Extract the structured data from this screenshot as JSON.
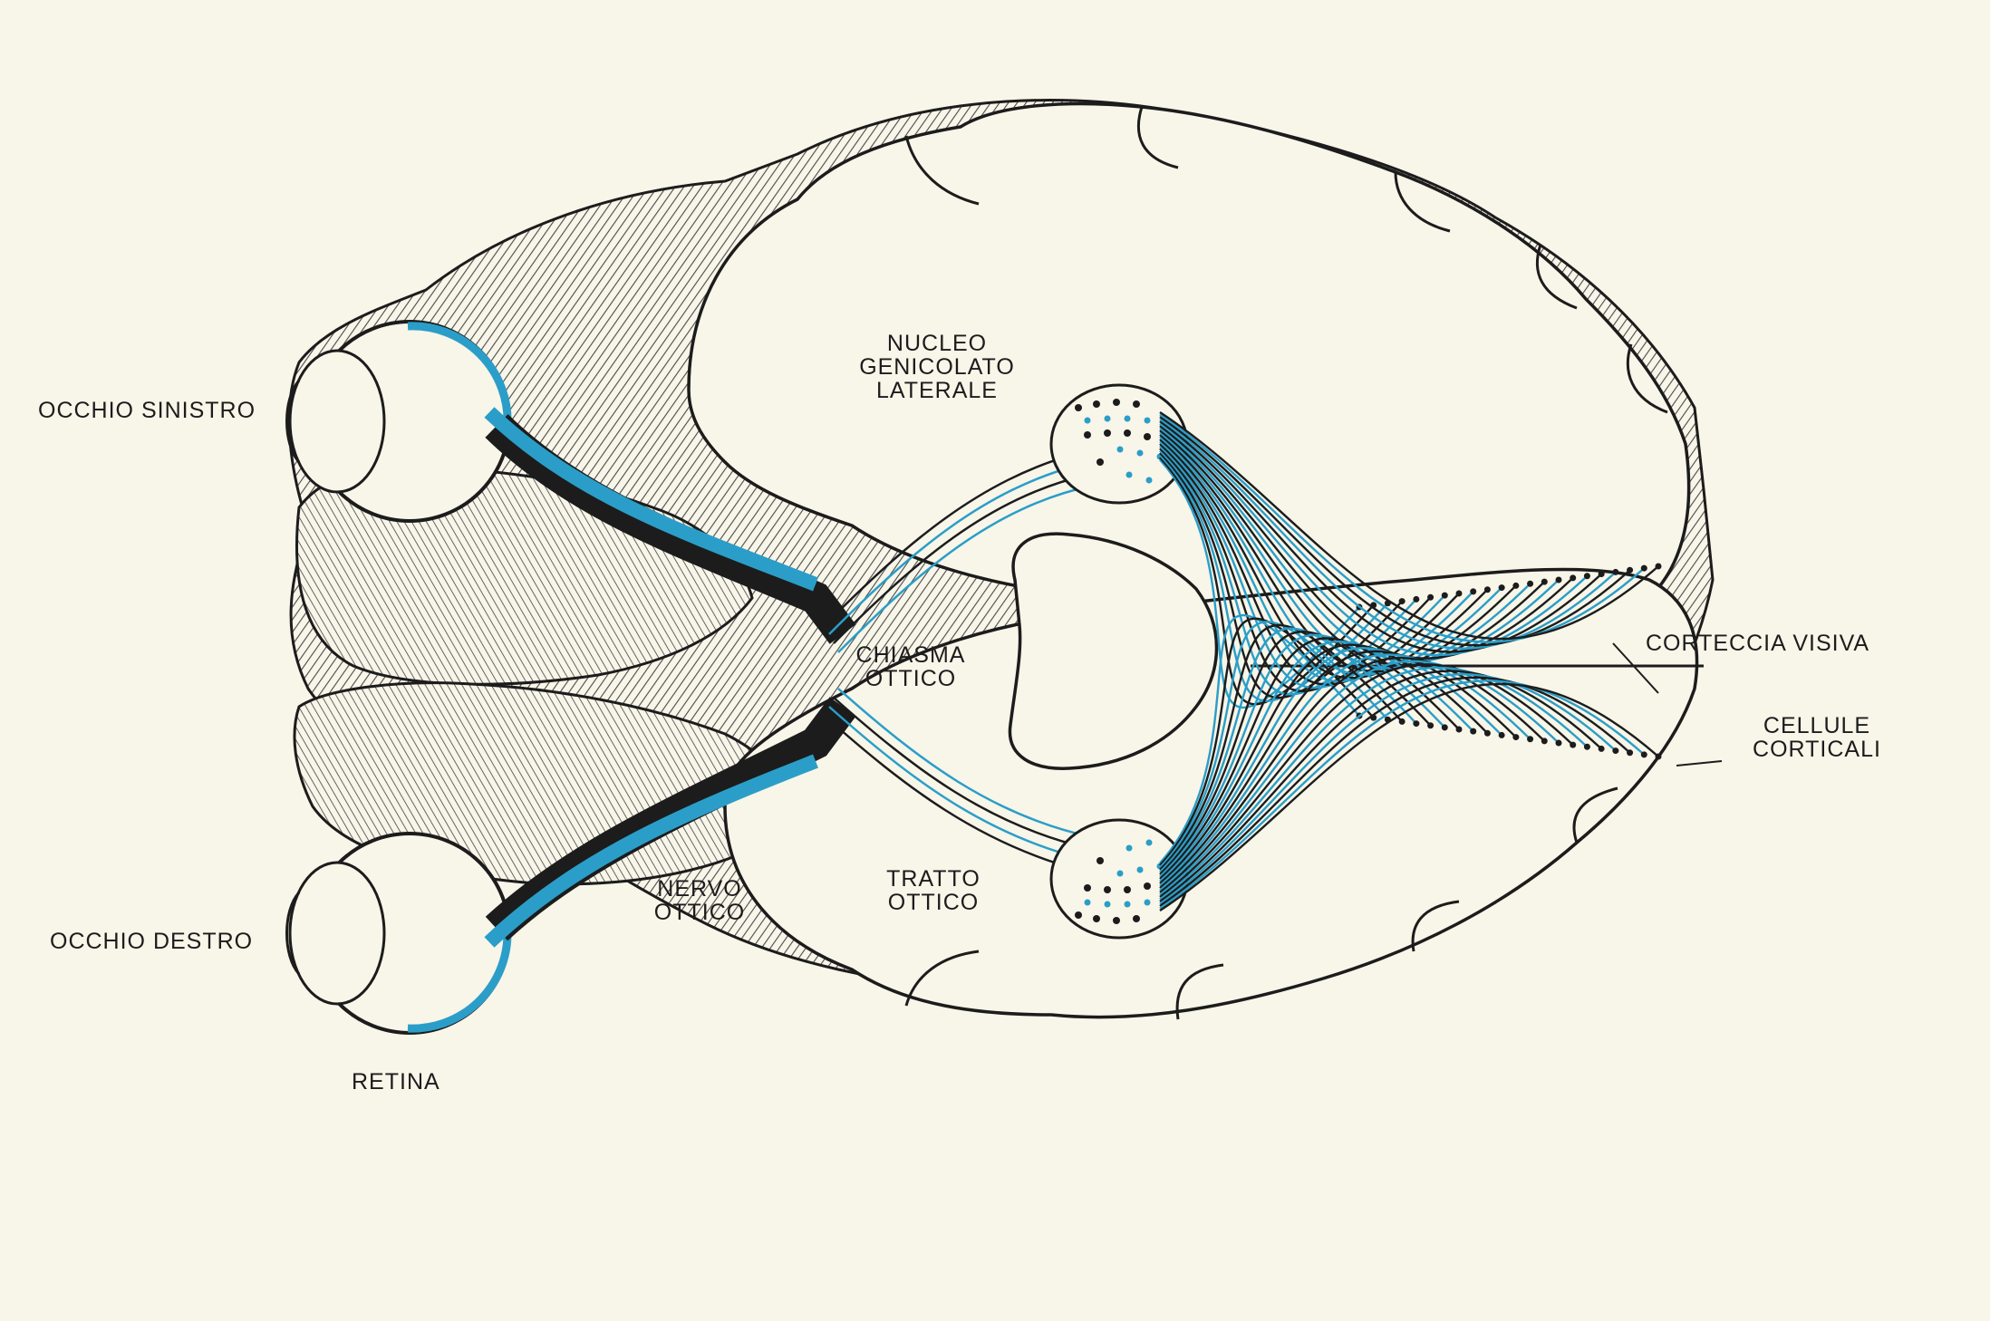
{
  "colors": {
    "background": "#f8f5e9",
    "outline": "#1c1c1c",
    "pathway_blue": "#2a9ec8",
    "pathway_black": "#1c1c1c",
    "hatch": "#4a4a4a"
  },
  "labels": {
    "left_eye": "OCCHIO SINISTRO",
    "right_eye": "OCCHIO DESTRO",
    "retina": "RETINA",
    "lgn_line1": "NUCLEO",
    "lgn_line2": "GENICOLATO",
    "lgn_line3": "LATERALE",
    "chiasm_line1": "CHIASMA",
    "chiasm_line2": "OTTICO",
    "nerve_line1": "NERVO",
    "nerve_line2": "OTTICO",
    "tract_line1": "TRATTO",
    "tract_line2": "OTTICO",
    "visual_cortex": "CORTECCIA VISIVA",
    "cortical_cells_line1": "CELLULE",
    "cortical_cells_line2": "CORTICALI"
  },
  "icons": [
    "left-eyeball-icon",
    "right-eyeball-icon",
    "brain-outline-icon"
  ]
}
